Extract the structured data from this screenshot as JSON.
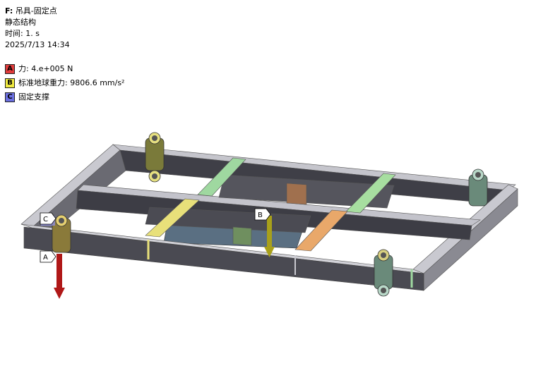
{
  "header": {
    "title_prefix": "F:",
    "title": "吊具-固定点",
    "analysis_type": "静态结构",
    "time": "时间: 1. s",
    "date": "2025/7/13 14:34"
  },
  "legend": {
    "items": [
      {
        "letter": "A",
        "label": "力: 4.e+005 N",
        "color": "#e03a3a"
      },
      {
        "letter": "B",
        "label": "标准地球重力: 9806.6 mm/s²",
        "color": "#f0ea40"
      },
      {
        "letter": "C",
        "label": "固定支撑",
        "color": "#6b6fe0"
      }
    ]
  },
  "callouts": {
    "a": "A",
    "b": "B",
    "c": "C"
  },
  "colors": {
    "frame_top": "#b9b9c2",
    "frame_side": "#4a4a52",
    "force_arrow": "#b01818",
    "gravity_arrow": "#a8a01a",
    "support_green": "#9fd8a0",
    "support_yellow": "#e8e07a",
    "support_orange": "#e9a86a"
  }
}
